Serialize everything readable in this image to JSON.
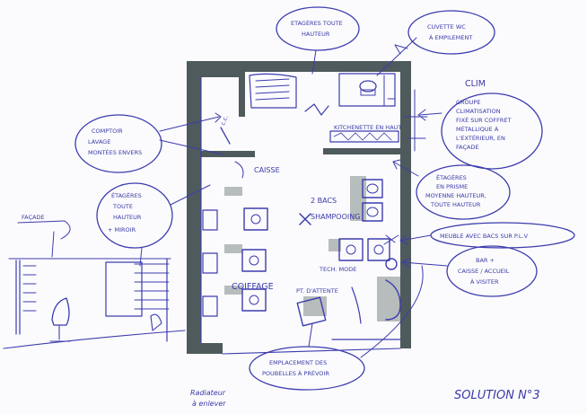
{
  "bubbles": {
    "etageres_top": [
      "ETAGÈRES TOUTE",
      "HAUTEUR"
    ],
    "cuvette": [
      "CUVETTE WC",
      "À EMPILEMENT"
    ],
    "clim_title": "CLIM",
    "groupe": [
      "GROUPE",
      "CLIMATISATION",
      "FIXÉ SUR COFFRET",
      "MÉTALLIQUE À",
      "L'EXTÉRIEUR, EN",
      "FAÇADE"
    ],
    "etageres_cote": [
      "ÉTAGÈRES",
      "EN PRISME",
      "MOYENNE HAUTEUR,",
      "TOUTE HAUTEUR"
    ],
    "comptoir": [
      "COMPTOIR",
      "LAVAGE",
      "MONTÉES ENVERS"
    ],
    "etageres_left": [
      "ÉTAGÈRES",
      "TOUTE",
      "HAUTEUR",
      "+ MIROIR"
    ],
    "meuble": "MEUBLE AVEC BACS SUR P.L.V",
    "bar": [
      "BAR +",
      "CAISSE / ACCUEIL",
      "À VISITER"
    ],
    "emplacement": [
      "EMPLACEMENT DES",
      "POUBELLES À PRÉVOIR"
    ],
    "facade": "FAÇADE"
  },
  "plan": {
    "caisse": "CAISSE",
    "bacs": [
      "2 BACS",
      "SHAMPOOING"
    ],
    "technique": "TECH. MODE",
    "coiffage": "COIFFAGE",
    "attente": "PT. D'ATTENTE",
    "wc_label": "WC",
    "kitchen": "KITCHENETTE EN HAUT"
  },
  "footer": {
    "solution": "SOLUTION N°3",
    "radiateur": [
      "Radiateur",
      "à enlever"
    ]
  }
}
